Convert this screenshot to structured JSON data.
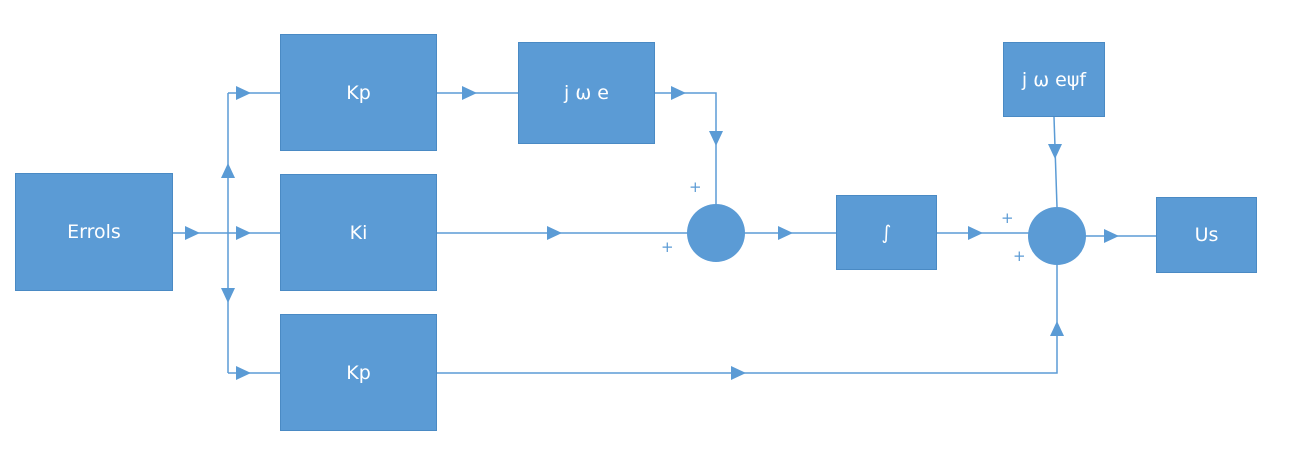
{
  "colors": {
    "block_fill": "#5b9bd5",
    "line": "#5b9bd5"
  },
  "blocks": {
    "input": "Errols",
    "kp_top": "Kp",
    "ki": "Ki",
    "kp_bottom": "Kp",
    "j_omega_e": "j ω e",
    "integrator": "∫",
    "j_omega_e_psi_f": "j ω eψf",
    "output": "Us"
  },
  "signs": {
    "sum1_top": "+",
    "sum1_left": "+",
    "sum2_top": "+",
    "sum2_left": "+"
  }
}
